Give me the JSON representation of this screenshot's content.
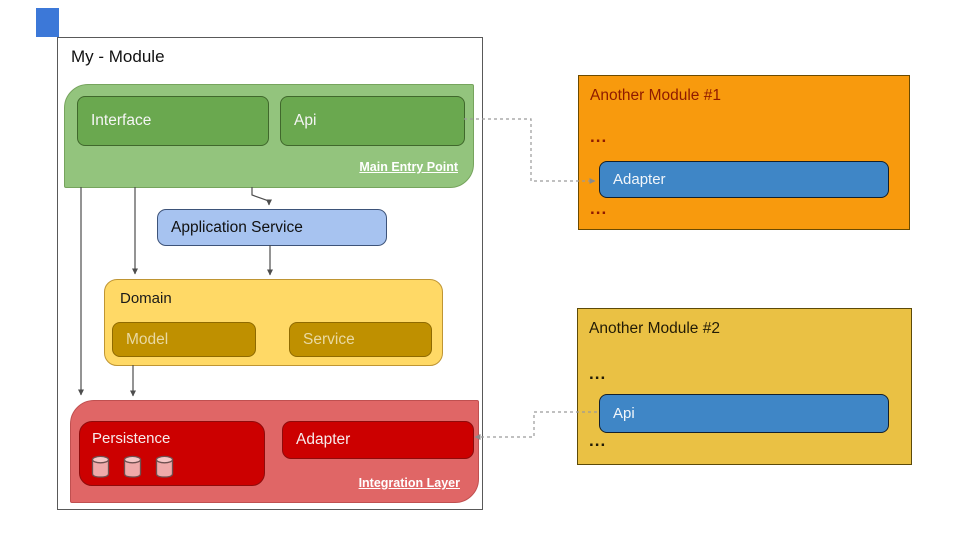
{
  "palette": {
    "entry_point_bg": "#93c47d",
    "entry_point_node": "#6aa84f",
    "app_service_bg": "#a7c3f0",
    "domain_bg": "#ffd966",
    "domain_node": "#bf9000",
    "integration_bg": "#e06666",
    "integration_node": "#cc0000",
    "module1_bg": "#f89a0d",
    "module2_bg": "#eac144",
    "blue_node": "#3f86c6",
    "accent_rect": "#3c78d8"
  },
  "my_module": {
    "title": "My - Module",
    "main_entry_point": {
      "label": "Main Entry Point",
      "interface_node": "Interface",
      "api_node": "Api"
    },
    "application_service": "Application Service",
    "domain": {
      "title": "Domain",
      "model_node": "Model",
      "service_node": "Service"
    },
    "integration_layer": {
      "label": "Integration Layer",
      "persistence_node": "Persistence",
      "adapter_node": "Adapter"
    }
  },
  "another_module_1": {
    "title": "Another Module #1",
    "ellipsis_top": "...",
    "adapter_node": "Adapter",
    "ellipsis_bottom": "..."
  },
  "another_module_2": {
    "title": "Another Module #2",
    "ellipsis_top": "...",
    "api_node": "Api",
    "ellipsis_bottom": "..."
  }
}
